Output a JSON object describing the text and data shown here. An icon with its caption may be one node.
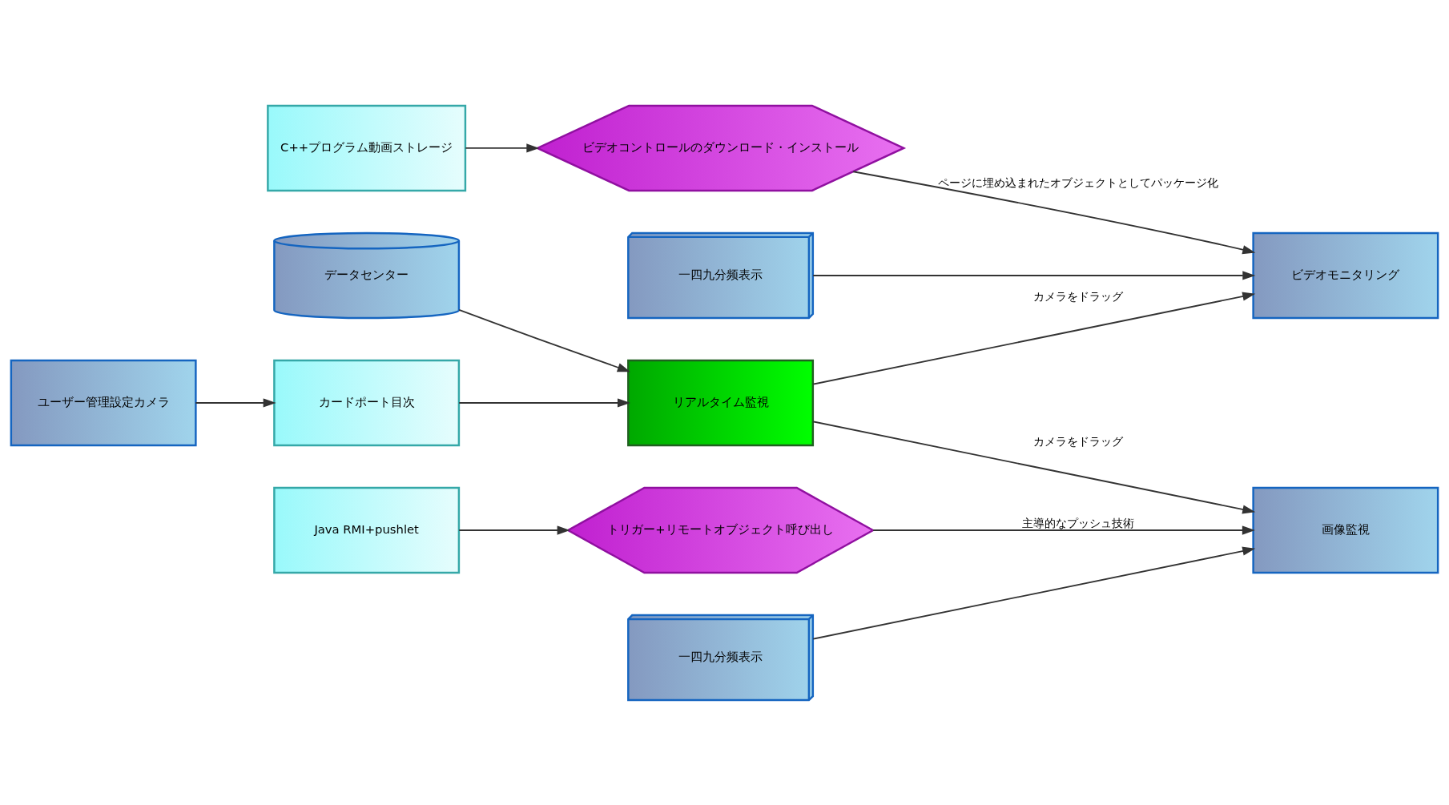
{
  "diagram": {
    "nodes": [
      {
        "text": [
          "ユーザー管理設定カメラ"
        ]
      },
      {
        "text": [
          "カードポート目次"
        ]
      },
      {
        "text": [
          "一四九分频表示"
        ]
      },
      {
        "text": [
          "C++プログラム動画ストレージ"
        ]
      },
      {
        "text": [
          "リアルタイム監視"
        ]
      },
      {
        "text": [
          "ビデオモニタリング"
        ]
      },
      {
        "text": [
          "ビデオコントロールのダウンロード・インストール"
        ]
      },
      {
        "text": [
          "画像監視"
        ]
      },
      {
        "text": [
          "トリガー+リモートオブジェクト呼び出し"
        ]
      },
      {
        "text": [
          "データセンター"
        ]
      },
      {
        "text": [
          "一四九分频表示"
        ]
      },
      {
        "text": [
          "Java RMI+pushlet"
        ]
      }
    ],
    "edges": [
      {
        "from": 0,
        "to": 1,
        "arrow": "to"
      },
      {
        "from": 1,
        "to": 4,
        "arrow": "to"
      },
      {
        "from": 2,
        "to": 5,
        "arrow": "to"
      },
      {
        "from": 3,
        "to": 6,
        "arrow": "to"
      },
      {
        "from": 4,
        "to": 5,
        "arrow": "to",
        "label": "カメラをドラッグ"
      },
      {
        "from": 6,
        "to": 5,
        "arrow": "to",
        "label": "ページに埋め込まれたオブジェクトとしてパッケージ化"
      },
      {
        "from": 4,
        "to": 7,
        "arrow": "to",
        "label": "カメラをドラッグ"
      },
      {
        "from": 8,
        "to": 7,
        "arrow": "to",
        "label": "主導的なプッシュ技術"
      },
      {
        "from": 9,
        "to": 4,
        "arrow": "to"
      },
      {
        "from": 10,
        "to": 7,
        "arrow": "to"
      },
      {
        "from": 11,
        "to": 8,
        "arrow": "to"
      }
    ]
  }
}
